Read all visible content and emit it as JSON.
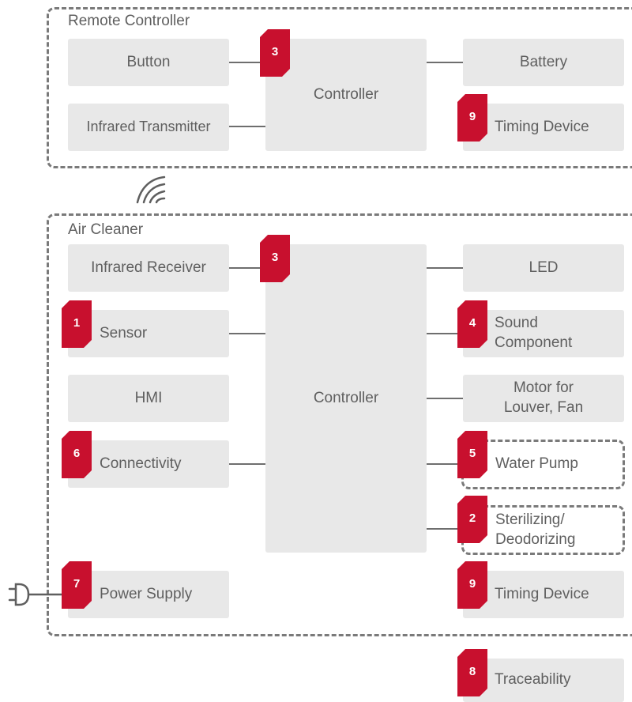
{
  "colors": {
    "accent": "#c8102e",
    "block_fill": "#e8e8e8",
    "line": "#6e6e6e",
    "border": "#7a7a7a"
  },
  "remote": {
    "title": "Remote Controller",
    "button": "Button",
    "infrared_transmitter": "Infrared Transmitter",
    "controller": "Controller",
    "battery": "Battery",
    "timing_device": "Timing Device",
    "badge_controller": "3",
    "badge_timing": "9"
  },
  "wireless_icon": "wireless-signal-icon",
  "air_cleaner": {
    "title": "Air Cleaner",
    "infrared_receiver": "Infrared Receiver",
    "sensor": "Sensor",
    "hmi": "HMI",
    "connectivity": "Connectivity",
    "power_supply": "Power Supply",
    "controller": "Controller",
    "led": "LED",
    "sound_component": "Sound\nComponent",
    "motor": "Motor for\nLouver, Fan",
    "water_pump": "Water Pump",
    "sterilizing": "Sterilizing/\nDeodorizing",
    "timing_device": "Timing Device",
    "badge_controller": "3",
    "badge_sensor": "1",
    "badge_sound": "4",
    "badge_connectivity": "6",
    "badge_water_pump": "5",
    "badge_sterilizing": "2",
    "badge_power": "7",
    "badge_timing": "9"
  },
  "power_plug_icon": "power-plug-icon",
  "traceability": {
    "label": "Traceability",
    "badge": "8"
  }
}
